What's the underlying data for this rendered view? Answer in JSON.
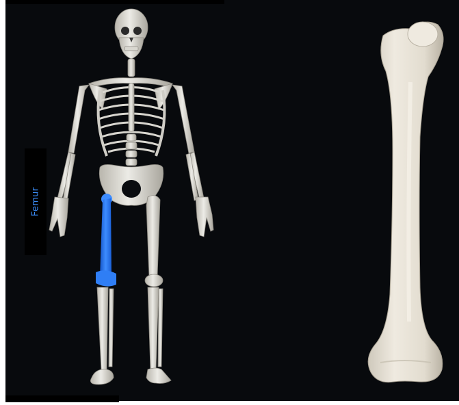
{
  "label": {
    "text": "Femur"
  },
  "colors": {
    "background": "#080a0d",
    "bone": "#e8e6df",
    "bone_shade": "#b9b6ad",
    "highlight": "#2d7df6",
    "highlight_dark": "#1556c9",
    "label_text": "#3a8bf5"
  },
  "illustration": {
    "left": "full-skeleton-front-view",
    "right": "isolated-femur",
    "highlighted_bone": "femur"
  }
}
